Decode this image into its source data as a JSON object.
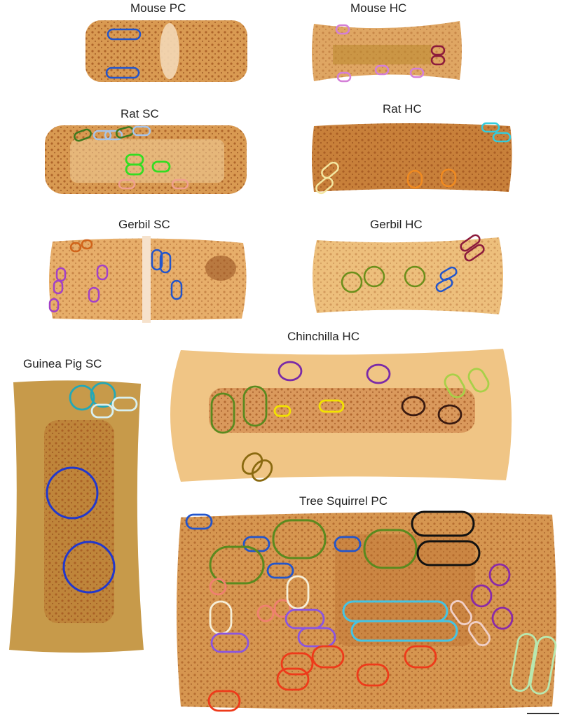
{
  "panels": [
    {
      "id": "mouse-pc",
      "label": "Mouse PC"
    },
    {
      "id": "mouse-hc",
      "label": "Mouse HC"
    },
    {
      "id": "rat-sc",
      "label": "Rat SC"
    },
    {
      "id": "rat-hc",
      "label": "Rat HC"
    },
    {
      "id": "gerbil-sc",
      "label": "Gerbil SC"
    },
    {
      "id": "gerbil-hc",
      "label": "Gerbil HC"
    },
    {
      "id": "chinchilla-hc",
      "label": "Chinchilla HC"
    },
    {
      "id": "guinea-pig-sc",
      "label": "Guinea Pig SC"
    },
    {
      "id": "tree-squirrel-pc",
      "label": "Tree Squirrel PC"
    }
  ],
  "colors": {
    "tissue_light": "#efc27e",
    "tissue_mid": "#d99a52",
    "tissue_dark": "#b86a2a",
    "dot": "#a0521c"
  }
}
